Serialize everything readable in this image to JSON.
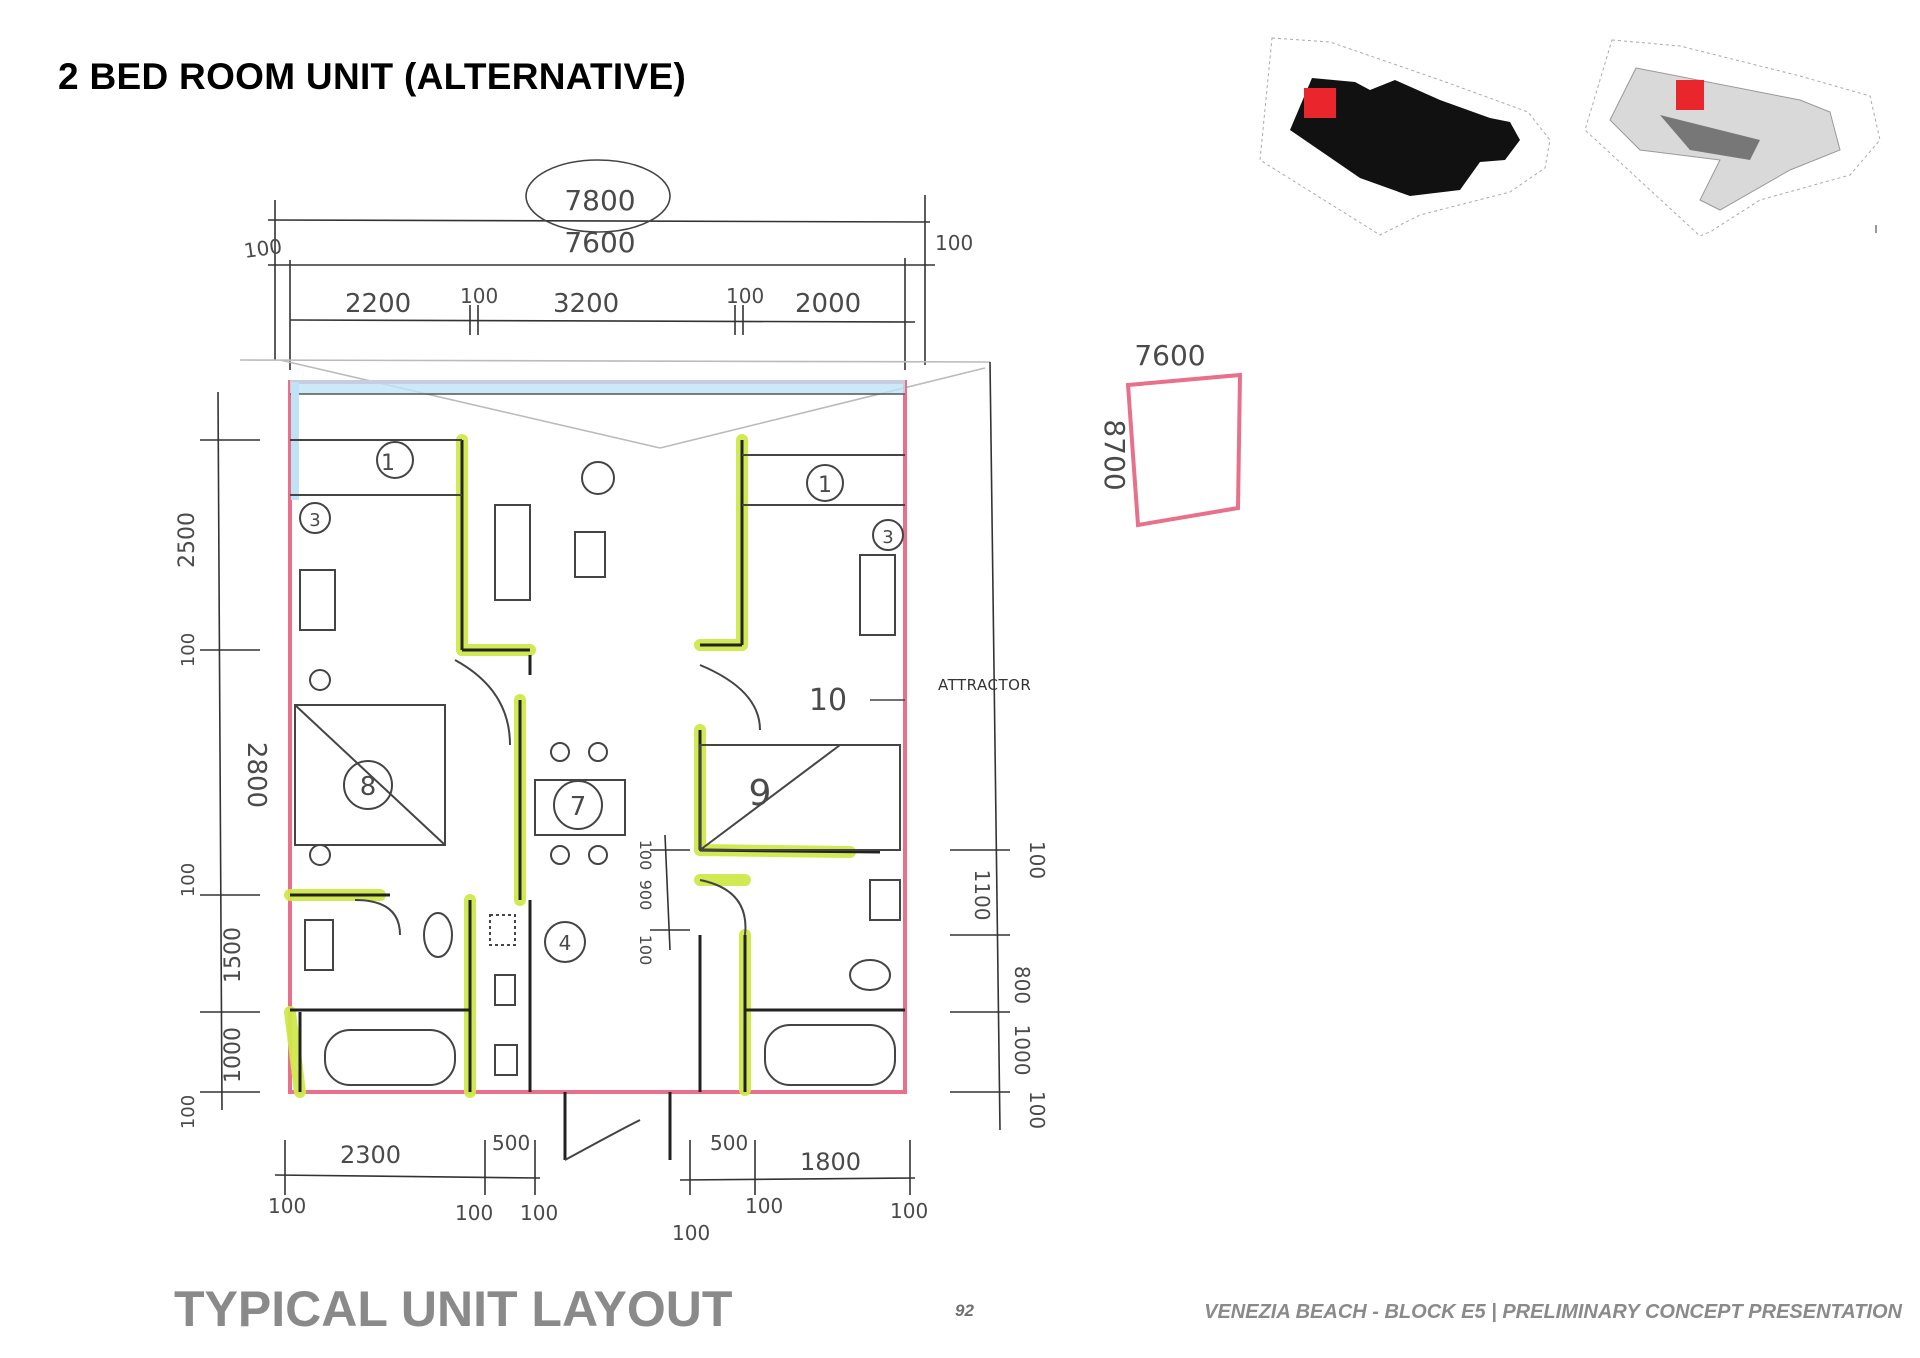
{
  "page_title": "2 BED ROOM UNIT (ALTERNATIVE)",
  "footer": {
    "section": "TYPICAL UNIT LAYOUT",
    "page_number": "92",
    "project": "VENEZIA BEACH - BLOCK E5 | PRELIMINARY CONCEPT PRESENTATION"
  },
  "sketch": {
    "attractor_label": "ATTRACTOR",
    "top_dims": {
      "total_circled": "7800",
      "total": "7600",
      "left_wall": "100",
      "right_wall": "100",
      "segments": [
        "2200",
        "100",
        "3200",
        "100",
        "2000"
      ]
    },
    "left_dims": [
      "2500",
      "100",
      "2800",
      "100",
      "1500",
      "1000",
      "100"
    ],
    "right_dims": [
      "100",
      "1100",
      "800",
      "1000",
      "100"
    ],
    "mid_dims": [
      "100",
      "900",
      "100"
    ],
    "bottom_dims": {
      "row1": [
        "2300",
        "500",
        "500",
        "1800"
      ],
      "row2": [
        "100",
        "100",
        "100",
        "100",
        "100",
        "100"
      ]
    },
    "room_tags": [
      "1",
      "1",
      "3",
      "3",
      "8",
      "7",
      "9",
      "4",
      "10"
    ],
    "key_plan": {
      "width": "7600",
      "height": "8700"
    },
    "colors": {
      "outline_pink": "#e8708a",
      "wall_highlight": "#cfe84a",
      "window_blue": "#bfe3f5",
      "location_red": "#e8262b"
    }
  }
}
